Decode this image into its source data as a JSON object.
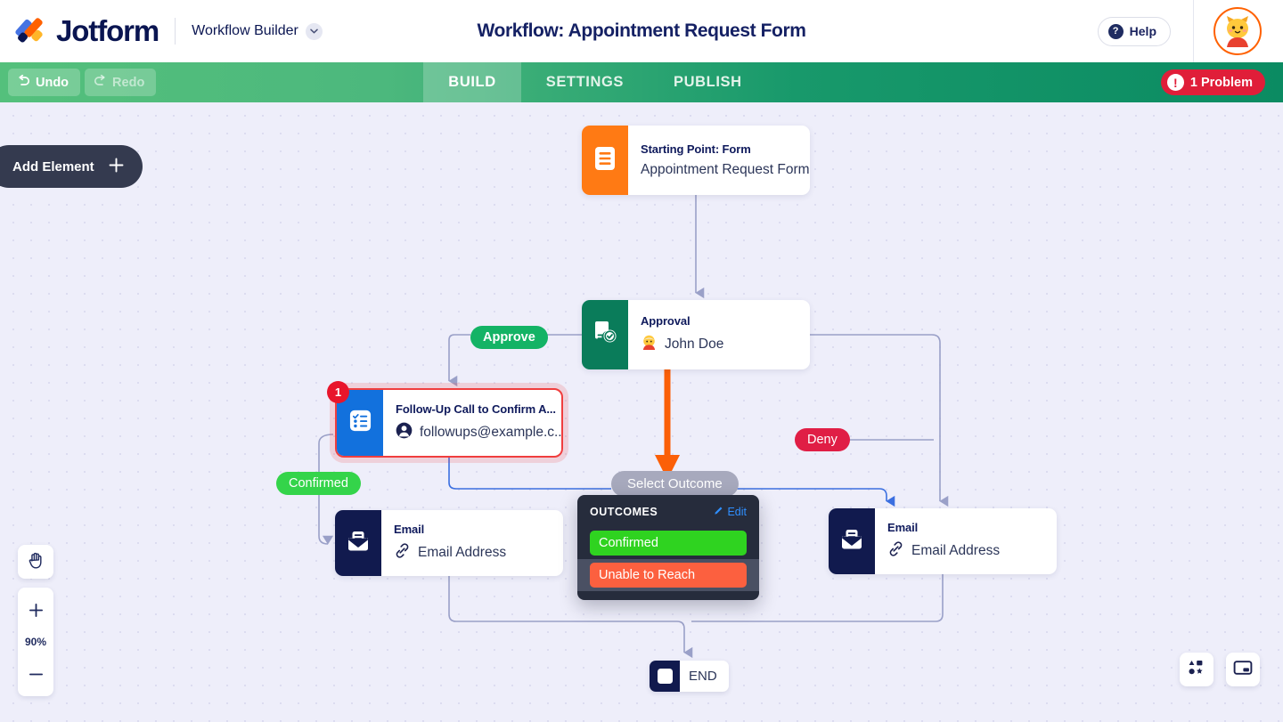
{
  "header": {
    "brand": "Jotform",
    "product_label": "Workflow Builder",
    "chevron_icon": "chevron-down-icon",
    "workflow_title": "Workflow: Appointment Request Form",
    "help_label": "Help",
    "help_icon": "question-circle-icon",
    "avatar_icon": "cat-avatar"
  },
  "toolbar": {
    "undo_label": "Undo",
    "undo_icon": "undo-arrow-icon",
    "redo_label": "Redo",
    "redo_icon": "redo-arrow-icon",
    "tabs": [
      {
        "label": "BUILD",
        "active": true
      },
      {
        "label": "SETTINGS",
        "active": false
      },
      {
        "label": "PUBLISH",
        "active": false
      }
    ],
    "problem_label": "1 Problem",
    "problem_icon": "exclamation-circle-icon",
    "problem_color": "#e01e39"
  },
  "canvas": {
    "add_element_label": "Add Element",
    "add_element_icon": "plus-icon",
    "zoom_level": "90%",
    "zoom_in_icon": "plus-icon",
    "zoom_out_icon": "minus-icon",
    "hand_tool_icon": "hand-icon",
    "shapes_icon": "shapes-icon",
    "minimap_icon": "minimap-icon",
    "nodes": [
      {
        "id": "start",
        "title": "Starting Point: Form",
        "subtitle": "Appointment Request Form",
        "icon": "form-icon",
        "accent": "#ff7a14"
      },
      {
        "id": "approval",
        "title": "Approval",
        "subtitle": "John Doe",
        "subtitle_icon": "person-avatar-icon",
        "icon": "approval-check-icon",
        "accent": "#0a7c5a"
      },
      {
        "id": "followup",
        "title": "Follow-Up Call to Confirm A...",
        "subtitle": "followups@example.c...",
        "subtitle_icon": "user-circle-icon",
        "icon": "task-list-icon",
        "accent": "#1271dd",
        "error_badge": "1",
        "error_color": "#e8152b"
      },
      {
        "id": "email-left",
        "title": "Email",
        "subtitle": "Email Address",
        "subtitle_icon": "link-icon",
        "icon": "envelope-icon",
        "accent": "#111a4e"
      },
      {
        "id": "email-right",
        "title": "Email",
        "subtitle": "Email Address",
        "subtitle_icon": "link-icon",
        "icon": "envelope-icon",
        "accent": "#111a4e"
      }
    ],
    "end_node": {
      "label": "END",
      "icon": "stop-square-icon"
    },
    "edge_labels": [
      {
        "id": "approve",
        "label": "Approve",
        "color": "#13b365"
      },
      {
        "id": "confirmed",
        "label": "Confirmed",
        "color": "#34d44a"
      },
      {
        "id": "deny",
        "label": "Deny",
        "color": "#e01e45"
      },
      {
        "id": "select-outcome",
        "label": "Select Outcome",
        "color": "#a7a9bd"
      }
    ]
  },
  "outcomes_menu": {
    "title": "OUTCOMES",
    "edit_label": "Edit",
    "edit_icon": "pencil-icon",
    "items": [
      {
        "label": "Confirmed",
        "color": "#2fd320",
        "highlighted": false
      },
      {
        "label": "Unable to Reach",
        "color": "#fc603f",
        "highlighted": true
      }
    ]
  }
}
